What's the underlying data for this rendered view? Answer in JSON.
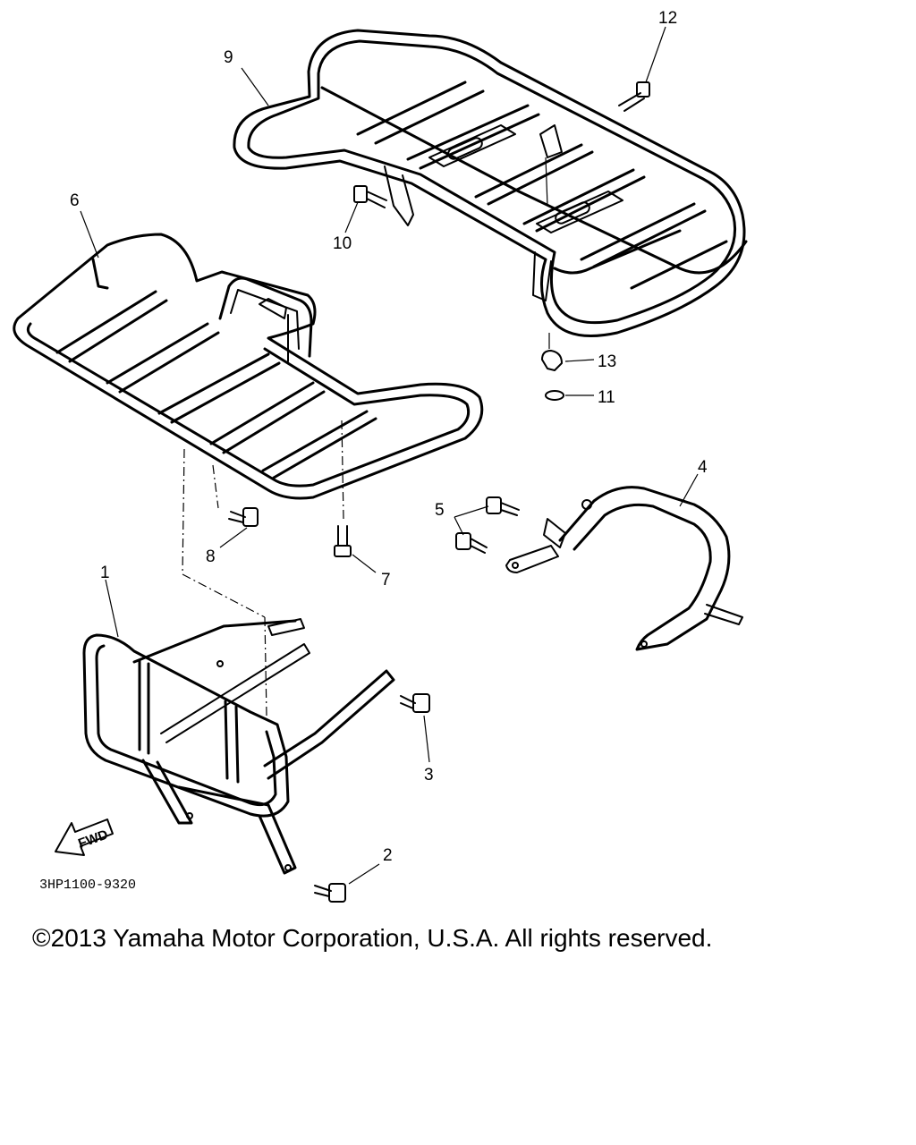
{
  "diagram": {
    "callouts": {
      "c1": "1",
      "c2": "2",
      "c3": "3",
      "c4": "4",
      "c5": "5",
      "c6": "6",
      "c7": "7",
      "c8": "8",
      "c9": "9",
      "c10": "10",
      "c11": "11",
      "c12": "12",
      "c13": "13"
    },
    "fwd_label": "FWD",
    "part_code": "3HP1100-9320"
  },
  "footer": {
    "copyright": "©2013 Yamaha Motor Corporation, U.S.A. All rights reserved."
  }
}
